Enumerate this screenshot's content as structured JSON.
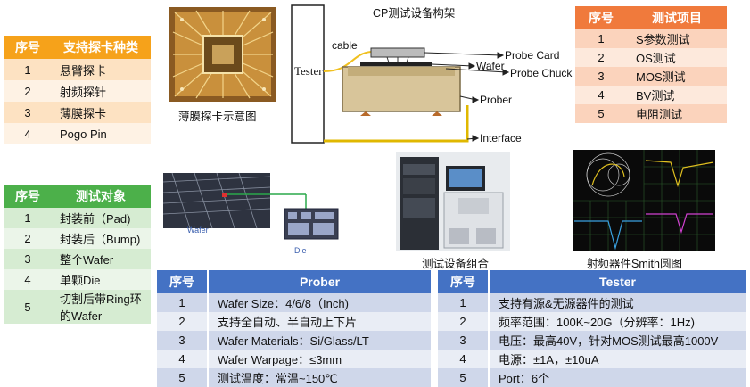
{
  "card_types": {
    "headers": [
      "序号",
      "支持探卡种类"
    ],
    "rows": [
      [
        "1",
        "悬臂探卡"
      ],
      [
        "2",
        "射频探针"
      ],
      [
        "3",
        "薄膜探卡"
      ],
      [
        "4",
        "Pogo Pin"
      ]
    ]
  },
  "test_objects": {
    "headers": [
      "序号",
      "测试对象"
    ],
    "rows": [
      [
        "1",
        "封装前（Pad)"
      ],
      [
        "2",
        "封装后（Bump)"
      ],
      [
        "3",
        "整个Wafer"
      ],
      [
        "4",
        "单颗Die"
      ],
      [
        "5",
        "切割后带Ring环的Wafer"
      ]
    ]
  },
  "test_items": {
    "headers": [
      "序号",
      "测试项目"
    ],
    "rows": [
      [
        "1",
        "S参数测试"
      ],
      [
        "2",
        "OS测试"
      ],
      [
        "3",
        "MOS测试"
      ],
      [
        "4",
        "BV测试"
      ],
      [
        "5",
        "电阻测试"
      ]
    ]
  },
  "prober": {
    "headers": [
      "序号",
      "Prober"
    ],
    "rows": [
      [
        "1",
        "Wafer Size：4/6/8（Inch)"
      ],
      [
        "2",
        "支持全自动、半自动上下片"
      ],
      [
        "3",
        "Wafer Materials：Si/Glass/LT"
      ],
      [
        "4",
        "Wafer Warpage：≤3mm"
      ],
      [
        "5",
        "测试温度：常温~150℃"
      ]
    ]
  },
  "tester": {
    "headers": [
      "序号",
      "Tester"
    ],
    "rows": [
      [
        "1",
        "支持有源&无源器件的测试"
      ],
      [
        "2",
        "频率范围：100K~20G（分辨率：1Hz)"
      ],
      [
        "3",
        "电压：最高40V，针对MOS测试最高1000V"
      ],
      [
        "4",
        "电源：±1A，±10uA"
      ],
      [
        "5",
        "Port：6个"
      ]
    ]
  },
  "diagram": {
    "title": "CP测试设备构架",
    "tester": "Tester",
    "cable": "cable",
    "probe_card": "Probe Card",
    "wafer": "Wafer",
    "probe_chuck": "Probe Chuck",
    "prober": "Prober",
    "interface": "Interface"
  },
  "captions": {
    "membrane": "薄膜探卡示意图",
    "equipment": "测试设备组合",
    "smith": "射频器件Smith圆图",
    "wafer_label": "Wafer",
    "die_label": "Die"
  },
  "colors": {
    "orange": "#f6a21a",
    "orange2": "#f07a3c",
    "green": "#4cb04a",
    "blue": "#4472c4"
  }
}
